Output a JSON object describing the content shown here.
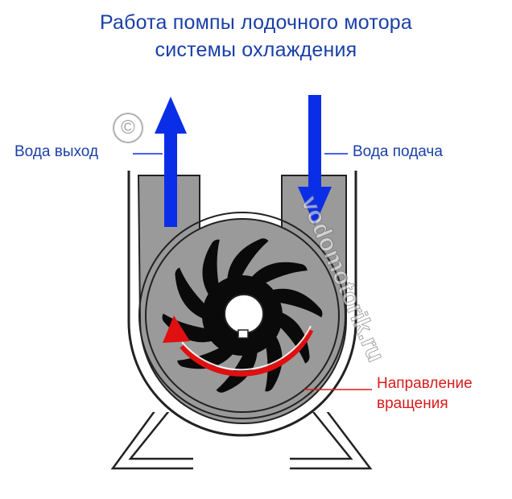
{
  "title": {
    "line1": "Работа помпы лодочного мотора",
    "line2": "системы охлаждения"
  },
  "labels": {
    "water_out": "Вода выход",
    "water_in": "Вода подача",
    "rotation_line1": "Направление",
    "rotation_line2": "вращения"
  },
  "watermark": {
    "text": "vodomotorik.ru",
    "copyright": "©"
  },
  "colors": {
    "title": "#1a3fa8",
    "blue_arrow": "#0a2ee8",
    "red_arrow": "#e01010",
    "housing_fill": "#9a9a9a",
    "impeller": "#0a0a0a"
  }
}
